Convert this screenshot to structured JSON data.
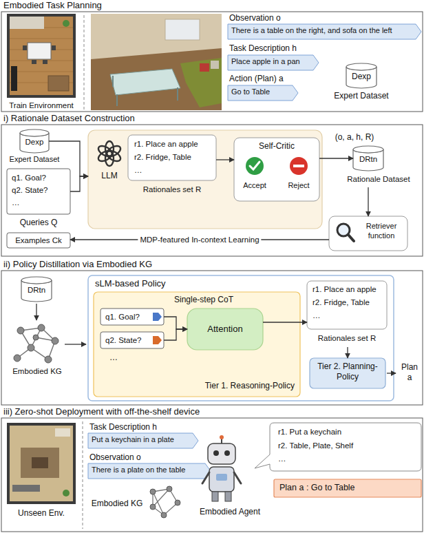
{
  "diagram": {
    "nodes": [
      {
        "text": [
          "Embodied Task Planning"
        ]
      },
      {
        "text": [
          "Observation o",
          "There is a table on the right, and sofa on the left"
        ],
        "in": 0
      },
      {
        "text": [
          "Task Description h",
          "Place apple in a pan"
        ],
        "in": 0
      },
      {
        "text": [
          "Action (Plan) a",
          "Go to Table"
        ],
        "in": 0
      },
      {
        "text": [
          "Dexp",
          "Expert Dataset"
        ],
        "in": 0
      },
      {
        "text": [
          "i) Rationale Dataset Construction"
        ]
      },
      {
        "text": [
          "Dexp",
          "Expert Dataset"
        ],
        "in": 5
      },
      {
        "text": [
          "q1. Goal?",
          "q2. State?",
          "…",
          "Queries Q"
        ],
        "in": 5
      },
      {
        "text": [
          "Examples Ck"
        ],
        "in": 5
      },
      {
        "text": [
          "LLM",
          "Rationales set R"
        ],
        "in": 5
      },
      {
        "text": [
          "r1. Place an apple",
          "r2. Fridge, Table",
          "…"
        ],
        "in": 9
      },
      {
        "text": [
          "Self-Critic",
          "Accept",
          "Reject"
        ],
        "in": 9
      },
      {
        "text": [
          "DRtn",
          "Rationale Dataset"
        ],
        "in": 5
      },
      {
        "text": [
          "Retriever function"
        ],
        "in": 5
      },
      {
        "text": [
          "ii) Policy Distillation via Embodied KG"
        ]
      },
      {
        "text": [
          "DRtn"
        ],
        "in": 14
      },
      {
        "text": [
          "sLM-based Policy"
        ],
        "in": 14
      },
      {
        "text": [
          "Single-step CoT",
          "…",
          "Tier 1. Reasoning-Policy"
        ],
        "in": 16
      },
      {
        "text": [
          "q1. Goal?"
        ],
        "in": 17
      },
      {
        "text": [
          "q2. State?"
        ],
        "in": 17
      },
      {
        "text": [
          "Attention"
        ],
        "in": 17
      },
      {
        "text": [
          "r1. Place an apple",
          "r2. Fridge, Table",
          "…",
          "Rationales set R"
        ],
        "in": 16
      },
      {
        "text": [
          "Tier 2. Planning-Policy"
        ],
        "in": 16
      },
      {
        "text": [
          "iii) Zero-shot Deployment with off-the-shelf device"
        ]
      },
      {
        "text": [
          "Task Description h",
          "Put a keychain in a plate"
        ],
        "in": 23
      },
      {
        "text": [
          "Observation o",
          "There is a plate on the table"
        ],
        "in": 23
      },
      {
        "text": [
          "r1. Put a keychain",
          "r2. Table, Plate, Shelf",
          "…"
        ],
        "in": 23
      },
      {
        "text": [
          "Plan a : Go to Table"
        ],
        "in": 23
      }
    ],
    "edges": [
      {
        "from": 6,
        "to": 9,
        "arrow": "to"
      },
      {
        "from": 7,
        "to": 9,
        "arrow": "to"
      },
      {
        "from": 10,
        "to": 11,
        "arrow": "to"
      },
      {
        "from": 11,
        "to": 12,
        "arrow": "to"
      },
      {
        "from": 12,
        "to": 13,
        "arrow": "to"
      },
      {
        "from": 13,
        "to": 8,
        "label": "MDP-featured In-context Learning",
        "arrow": "to"
      },
      {
        "from": 18,
        "to": 20,
        "arrow": "to"
      },
      {
        "from": 19,
        "to": 20,
        "arrow": "to"
      },
      {
        "from": 20,
        "to": 21,
        "arrow": "to"
      },
      {
        "from": 21,
        "to": 22,
        "arrow": "to"
      }
    ],
    "labels": [
      "Train Environment",
      "(o, a, h, R)",
      "Embodied KG",
      "Plan a",
      "Unseen Env.",
      "Embodied KG",
      "Embodied Agent"
    ]
  }
}
